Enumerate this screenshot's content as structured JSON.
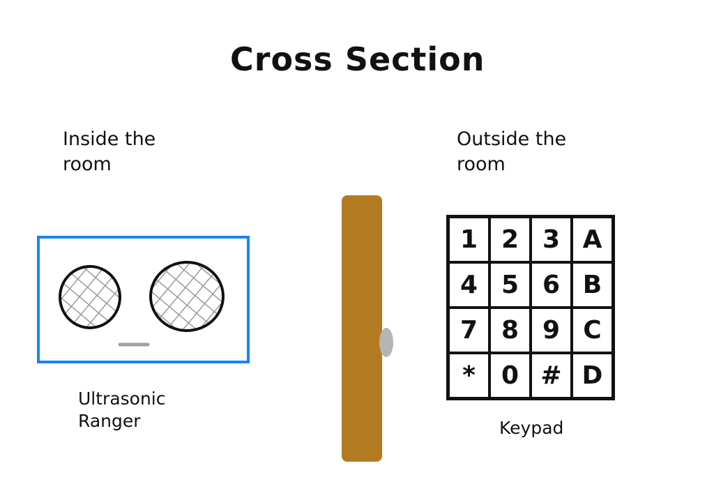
{
  "diagram": {
    "title": "Cross Section",
    "inside_label": "Inside the\nroom",
    "outside_label": "Outside the\nroom",
    "ranger_label": "Ultrasonic\nRanger",
    "keypad_label": "Keypad"
  },
  "keypad": {
    "keys": [
      "1",
      "2",
      "3",
      "A",
      "4",
      "5",
      "6",
      "B",
      "7",
      "8",
      "9",
      "C",
      "*",
      "0",
      "#",
      "D"
    ]
  },
  "colors": {
    "ranger_border": "#1a85f0",
    "door": "#b37b21",
    "mesh": "#9a9a9a",
    "knob": "#b5b5b5"
  }
}
